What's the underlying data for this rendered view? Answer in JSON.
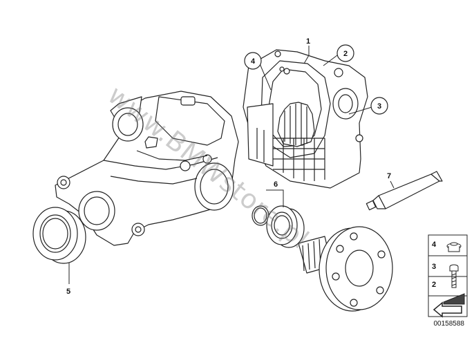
{
  "diagram": {
    "callouts": [
      {
        "id": "1",
        "label": "1"
      },
      {
        "id": "2",
        "label": "2"
      },
      {
        "id": "3",
        "label": "3"
      },
      {
        "id": "4",
        "label": "4"
      },
      {
        "id": "5",
        "label": "5"
      },
      {
        "id": "6",
        "label": "6"
      },
      {
        "id": "7",
        "label": "7"
      }
    ],
    "legend": {
      "items": [
        {
          "label": "4"
        },
        {
          "label": "3"
        },
        {
          "label": "2"
        }
      ]
    },
    "watermark": "www.BMWstore.pl",
    "catalog_number": "00158588",
    "colors": {
      "line": "#222222",
      "paper": "#ffffff",
      "watermark": "#9a9a9a"
    }
  }
}
